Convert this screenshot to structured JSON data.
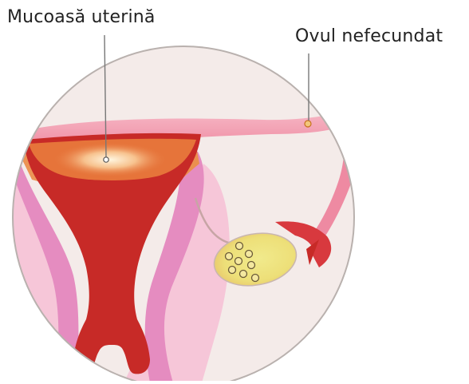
{
  "labels": {
    "endometrium": "Mucoasă uterină",
    "ovum": "Ovul nefecundat"
  },
  "colors": {
    "background": "#f4ebe9",
    "circle_border": "#b9b1ae",
    "uterus_dark": "#c72a27",
    "uterus_orange": "#e6743a",
    "tube_pink": "#f2a0b4",
    "tissue_light_pink": "#f6c6d8",
    "tissue_mauve": "#e58cc0",
    "ovary_yellow": "#eee37e",
    "leader_line": "#777777"
  },
  "icons": [
    "uterus-diagram",
    "ovary-shape",
    "fallopian-tube",
    "egg-marker"
  ]
}
